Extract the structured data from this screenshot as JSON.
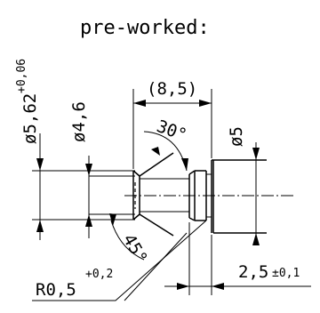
{
  "title": "pre-worked:",
  "dimensions": {
    "outer_diameter": "ø5,62",
    "outer_diameter_tolerance": "+0,06",
    "inner_diameter": "ø4,6",
    "length": "(8,5)",
    "angle_top": "30°",
    "right_diameter": "ø5",
    "angle_bottom": "45°",
    "radius": "R0,5",
    "radius_tolerance": "+0,2",
    "groove_width": "2,5",
    "groove_tolerance": "±0,1"
  }
}
